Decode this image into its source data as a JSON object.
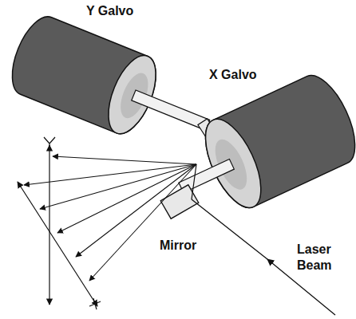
{
  "diagram": {
    "labels": [
      "Y Galvo",
      "X Galvo",
      "Mirror",
      "Laser Beam"
    ]
  }
}
